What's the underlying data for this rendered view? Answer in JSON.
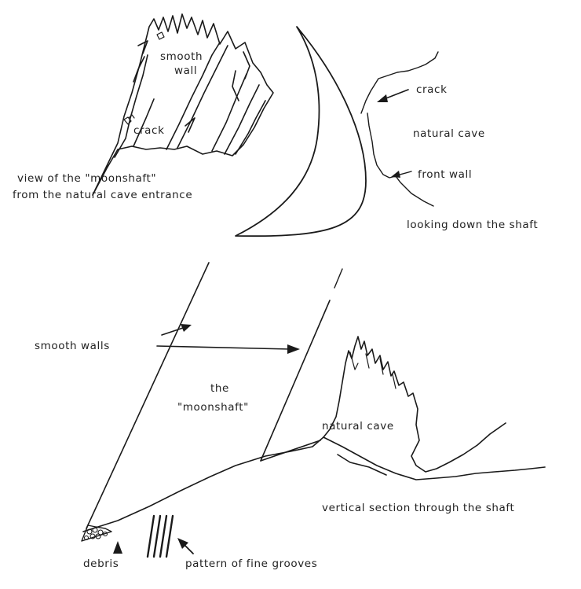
{
  "top_view": {
    "smooth_wall_line1": "smooth",
    "smooth_wall_line2": "wall",
    "crack": "crack",
    "caption_line1": "view of the \"moonshaft\"",
    "caption_line2": "from the natural cave entrance"
  },
  "top_plan": {
    "crack": "crack",
    "natural_cave": "natural cave",
    "front_wall": "front wall",
    "caption": "looking down the shaft"
  },
  "section": {
    "smooth_walls": "smooth walls",
    "the": "the",
    "moonshaft": "\"moonshaft\"",
    "natural_cave": "natural cave",
    "caption": "vertical section through the shaft",
    "debris": "debris",
    "grooves": "pattern of fine grooves"
  },
  "colors": {
    "ink": "#1a1a1a",
    "paper": "#ffffff"
  }
}
